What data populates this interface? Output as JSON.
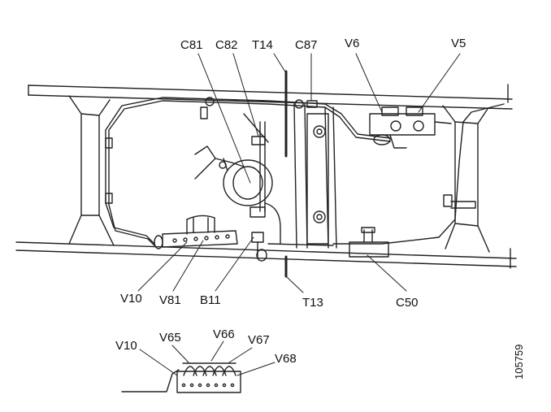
{
  "labels": {
    "c81": "C81",
    "c82": "C82",
    "t14": "T14",
    "c87": "C87",
    "v6": "V6",
    "v5": "V5",
    "v10": "V10",
    "v81": "V81",
    "b11": "B11",
    "t13": "T13",
    "c50": "C50",
    "detail_v10": "V10",
    "v65": "V65",
    "v66": "V66",
    "v67": "V67",
    "v68": "V68"
  },
  "reference_number": "105759"
}
